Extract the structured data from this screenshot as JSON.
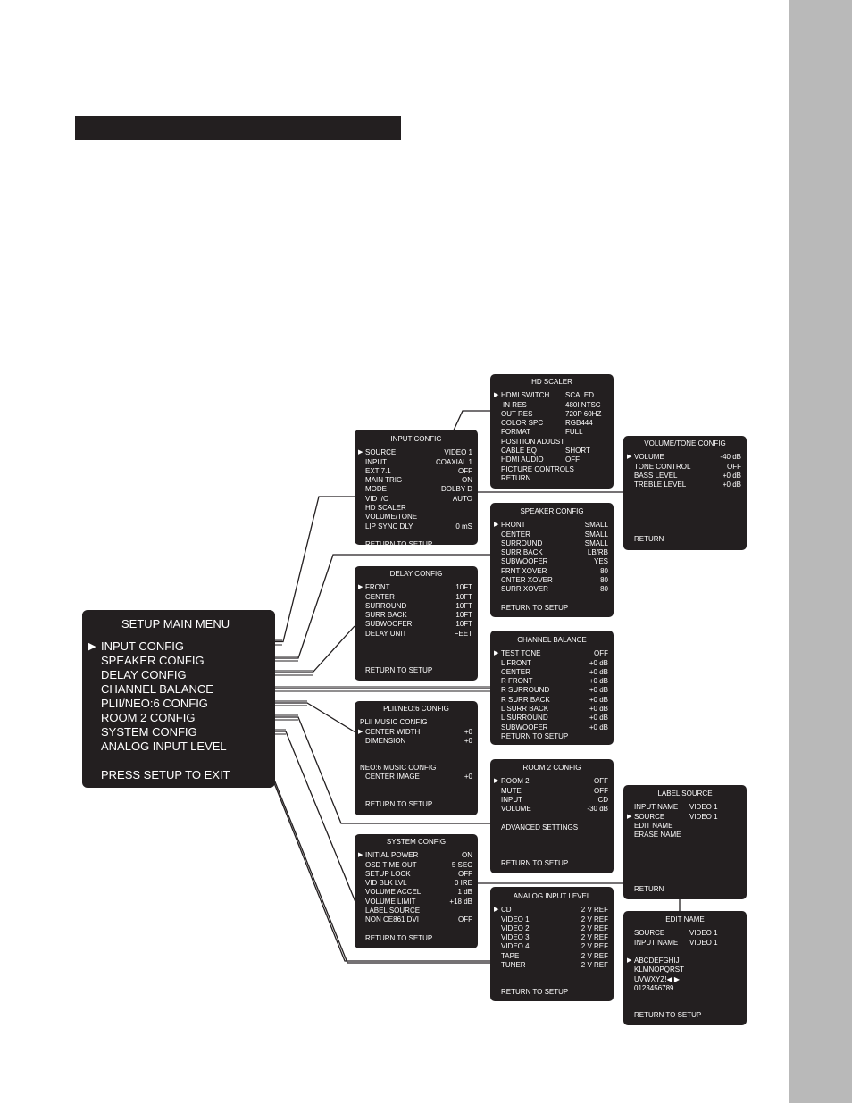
{
  "main_menu": {
    "title": "SETUP MAIN MENU",
    "items": [
      "INPUT CONFIG",
      "SPEAKER CONFIG",
      "DELAY CONFIG",
      "CHANNEL BALANCE",
      "PLII/NEO:6 CONFIG",
      "ROOM 2 CONFIG",
      "SYSTEM CONFIG",
      "ANALOG INPUT LEVEL"
    ],
    "exit": "PRESS SETUP TO EXIT"
  },
  "input_config": {
    "title": "INPUT CONFIG",
    "rows": [
      [
        "SOURCE",
        "VIDEO 1"
      ],
      [
        "INPUT",
        "COAXIAL 1"
      ],
      [
        "EXT 7.1",
        "OFF"
      ],
      [
        "MAIN TRIG",
        "ON"
      ],
      [
        "MODE",
        "DOLBY D"
      ],
      [
        "VID I/O",
        "AUTO"
      ],
      [
        "HD SCALER",
        ""
      ],
      [
        "VOLUME/TONE",
        ""
      ],
      [
        "LIP SYNC DLY",
        "0 mS"
      ]
    ],
    "return": "RETURN TO SETUP"
  },
  "hd_scaler": {
    "title": "HD SCALER",
    "rows": [
      [
        "HDMI SWITCH",
        "SCALED"
      ],
      [
        "IN RES",
        "480I  NTSC"
      ],
      [
        "OUT RES",
        "720P 60HZ"
      ],
      [
        "COLOR SPC",
        "RGB444"
      ],
      [
        "FORMAT",
        "FULL"
      ],
      [
        "POSITION ADJUST",
        ""
      ],
      [
        "CABLE EQ",
        "SHORT"
      ],
      [
        "HDMI AUDIO",
        "OFF"
      ],
      [
        "PICTURE CONTROLS",
        ""
      ],
      [
        "RETURN",
        ""
      ]
    ]
  },
  "volume_tone": {
    "title": "VOLUME/TONE CONFIG",
    "rows": [
      [
        "VOLUME",
        "-40 dB"
      ],
      [
        "TONE CONTROL",
        "OFF"
      ],
      [
        "BASS LEVEL",
        "+0 dB"
      ],
      [
        "TREBLE LEVEL",
        "+0 dB"
      ]
    ],
    "return": "RETURN"
  },
  "speaker_config": {
    "title": "SPEAKER CONFIG",
    "rows": [
      [
        "FRONT",
        "SMALL"
      ],
      [
        "CENTER",
        "SMALL"
      ],
      [
        "SURROUND",
        "SMALL"
      ],
      [
        "SURR BACK",
        "LB/RB"
      ],
      [
        "SUBWOOFER",
        "YES"
      ],
      [
        "FRNT XOVER",
        "80"
      ],
      [
        "CNTER XOVER",
        "80"
      ],
      [
        "SURR XOVER",
        "80"
      ]
    ],
    "return": "RETURN TO SETUP"
  },
  "delay_config": {
    "title": "DELAY CONFIG",
    "rows": [
      [
        "FRONT",
        "10FT"
      ],
      [
        "CENTER",
        "10FT"
      ],
      [
        "SURROUND",
        "10FT"
      ],
      [
        "SURR BACK",
        "10FT"
      ],
      [
        "SUBWOOFER",
        "10FT"
      ],
      [
        "DELAY UNIT",
        "FEET"
      ]
    ],
    "return": "RETURN TO SETUP"
  },
  "channel_balance": {
    "title": "CHANNEL BALANCE",
    "rows": [
      [
        "TEST TONE",
        "OFF"
      ],
      [
        "L FRONT",
        "+0 dB"
      ],
      [
        "CENTER",
        "+0 dB"
      ],
      [
        "R FRONT",
        "+0 dB"
      ],
      [
        "R SURROUND",
        "+0 dB"
      ],
      [
        "R SURR BACK",
        "+0 dB"
      ],
      [
        "L SURR BACK",
        "+0 dB"
      ],
      [
        "L SURROUND",
        "+0 dB"
      ],
      [
        "SUBWOOFER",
        "+0 dB"
      ]
    ],
    "return": "RETURN TO SETUP"
  },
  "pl2_neo6": {
    "title": "PLII/NEO:6 CONFIG",
    "pl2_heading": "PLII MUSIC CONFIG",
    "pl2_rows": [
      [
        "CENTER WIDTH",
        "+0"
      ],
      [
        "DIMENSION",
        "+0"
      ]
    ],
    "neo_heading": "NEO:6 MUSIC CONFIG",
    "neo_rows": [
      [
        "CENTER IMAGE",
        "+0"
      ]
    ],
    "return": "RETURN TO SETUP"
  },
  "room2_config": {
    "title": "ROOM 2 CONFIG",
    "rows": [
      [
        "ROOM 2",
        "OFF"
      ],
      [
        "MUTE",
        "OFF"
      ],
      [
        "INPUT",
        "CD"
      ],
      [
        "VOLUME",
        "-30 dB"
      ]
    ],
    "advanced": "ADVANCED SETTINGS",
    "return": "RETURN TO SETUP"
  },
  "label_source": {
    "title": "LABEL SOURCE",
    "rows": [
      [
        "INPUT NAME",
        "VIDEO 1"
      ],
      [
        "SOURCE",
        "VIDEO 1"
      ]
    ],
    "items": [
      "EDIT NAME",
      "ERASE NAME"
    ],
    "return": "RETURN"
  },
  "system_config": {
    "title": "SYSTEM CONFIG",
    "rows": [
      [
        "INITIAL POWER",
        "ON"
      ],
      [
        "OSD TIME OUT",
        "5 SEC"
      ],
      [
        "SETUP LOCK",
        "OFF"
      ],
      [
        "VID BLK LVL",
        "0 IRE"
      ],
      [
        "VOLUME ACCEL",
        "1 dB"
      ],
      [
        "VOLUME LIMIT",
        "+18 dB"
      ],
      [
        "LABEL SOURCE",
        ""
      ],
      [
        "NON CE861 DVI",
        "OFF"
      ]
    ],
    "return": "RETURN TO SETUP"
  },
  "analog_input_level": {
    "title": "ANALOG INPUT LEVEL",
    "rows": [
      [
        "CD",
        "2 V REF"
      ],
      [
        "VIDEO 1",
        "2 V REF"
      ],
      [
        "VIDEO 2",
        "2 V REF"
      ],
      [
        "VIDEO 3",
        "2 V REF"
      ],
      [
        "VIDEO 4",
        "2 V REF"
      ],
      [
        "TAPE",
        "2 V REF"
      ],
      [
        "TUNER",
        "2 V REF"
      ]
    ],
    "return": "RETURN TO SETUP"
  },
  "edit_name": {
    "title": "EDIT NAME",
    "rows": [
      [
        "SOURCE",
        "VIDEO 1"
      ],
      [
        "INPUT NAME",
        "VIDEO 1"
      ]
    ],
    "charset": [
      "ABCDEFGHIJ",
      "KLMNOPQRST",
      "UVWXYZ!◀ ▶",
      "0123456789"
    ],
    "return": "RETURN TO SETUP"
  },
  "colors": {
    "panel": "#231f20",
    "side_bar": "#b9b9b9",
    "text": "#ffffff"
  }
}
